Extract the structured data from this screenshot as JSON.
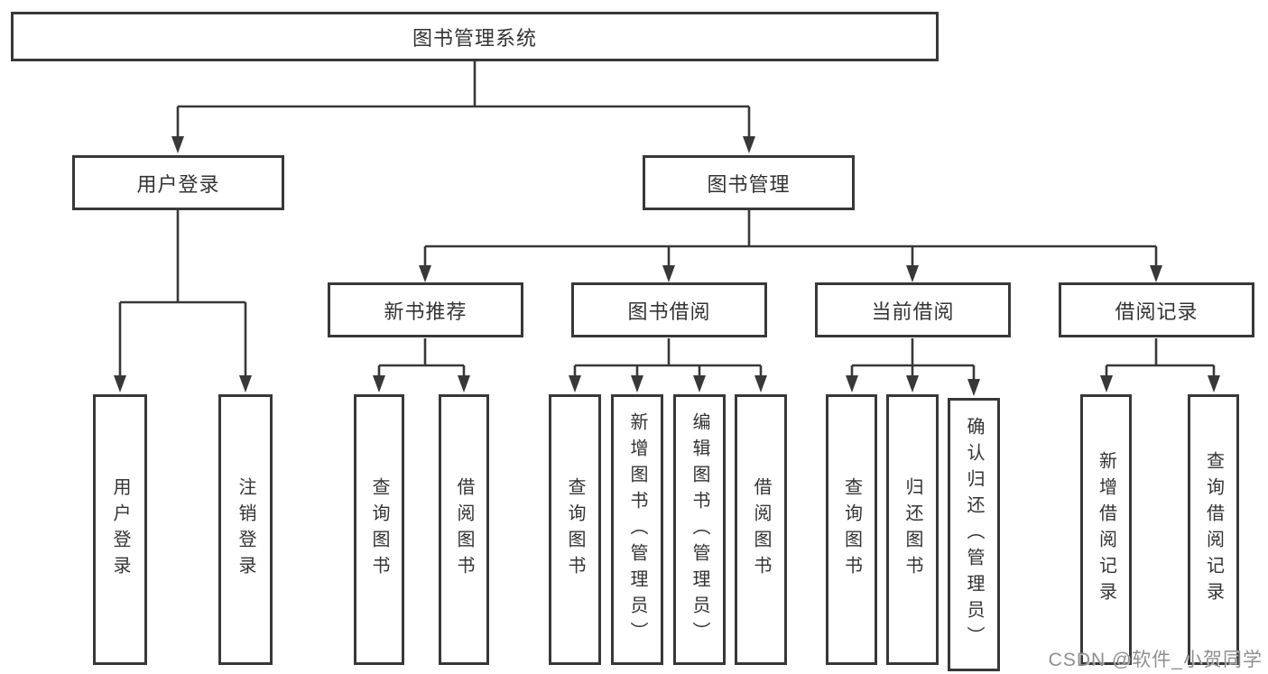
{
  "diagram": {
    "root": {
      "label": "图书管理系统"
    },
    "branches": [
      {
        "label": "用户登录",
        "children": [
          {
            "label": "用户登录"
          },
          {
            "label": "注销登录"
          }
        ]
      },
      {
        "label": "图书管理",
        "children": [
          {
            "label": "新书推荐",
            "children": [
              {
                "label": "查询图书"
              },
              {
                "label": "借阅图书"
              }
            ]
          },
          {
            "label": "图书借阅",
            "children": [
              {
                "label": "查询图书"
              },
              {
                "label": "新增图书（管理员）"
              },
              {
                "label": "编辑图书（管理员）"
              },
              {
                "label": "借阅图书"
              }
            ]
          },
          {
            "label": "当前借阅",
            "children": [
              {
                "label": "查询图书"
              },
              {
                "label": "归还图书"
              },
              {
                "label": "确认归还（管理员）"
              }
            ]
          },
          {
            "label": "借阅记录",
            "children": [
              {
                "label": "新增借阅记录"
              },
              {
                "label": "查询借阅记录"
              }
            ]
          }
        ]
      }
    ]
  },
  "watermark": {
    "text": "CSDN @软件_小贺同学"
  },
  "colors": {
    "line": "#383838",
    "text": "#333333",
    "background": "#ffffff",
    "watermark": "#8f8f8f"
  }
}
